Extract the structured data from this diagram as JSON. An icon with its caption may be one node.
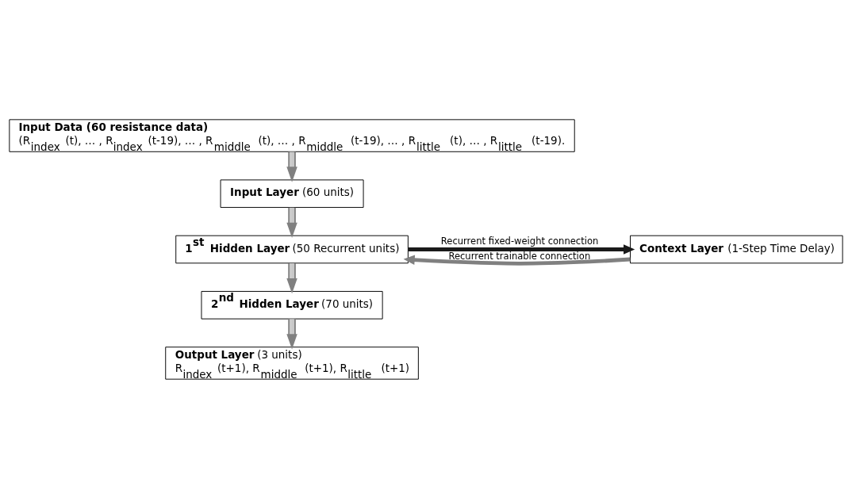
{
  "diagram": {
    "nodes": [
      {
        "text": [
          "Input Data (60 resistance data)",
          "(R$_{index}$ (t), … , R$_{index}$ (t-19), … , R$_{middle}$ (t), … , R$_{middle}$ (t-19), … , R$_{little}$ (t), … , R$_{little}$ (t-19)."
        ]
      },
      {
        "text": [
          "**Input Layer** (60 units)"
        ]
      },
      {
        "text": [
          "**1$^{st}$ Hidden Layer** (50 Recurrent units)"
        ]
      },
      {
        "text": [
          "**Context Layer** (1-Step Time Delay)"
        ]
      },
      {
        "text": [
          "**2$^{nd}$ Hidden Layer** (70 units)"
        ]
      },
      {
        "text": [
          "**Output Layer** (3 units)",
          "R$_{index}$ (t+1), R$_{middle}$ (t+1), R$_{little}$ (t+1)"
        ]
      }
    ],
    "edges": [
      {
        "from": 0,
        "to": 1,
        "arrow": "to"
      },
      {
        "from": 1,
        "to": 2,
        "arrow": "to"
      },
      {
        "from": 3,
        "to": 2,
        "arrow": "to",
        "label": "Recurrent trainable connection",
        "style": "thick",
        "color": "#808080"
      },
      {
        "from": 2,
        "to": 3,
        "arrow": "to",
        "label": "Recurrent fixed-weight connection",
        "style": "thick",
        "color": "#1a1a1a"
      },
      {
        "from": 2,
        "to": 4,
        "arrow": "to"
      },
      {
        "from": 4,
        "to": 5,
        "arrow": "to"
      }
    ]
  }
}
